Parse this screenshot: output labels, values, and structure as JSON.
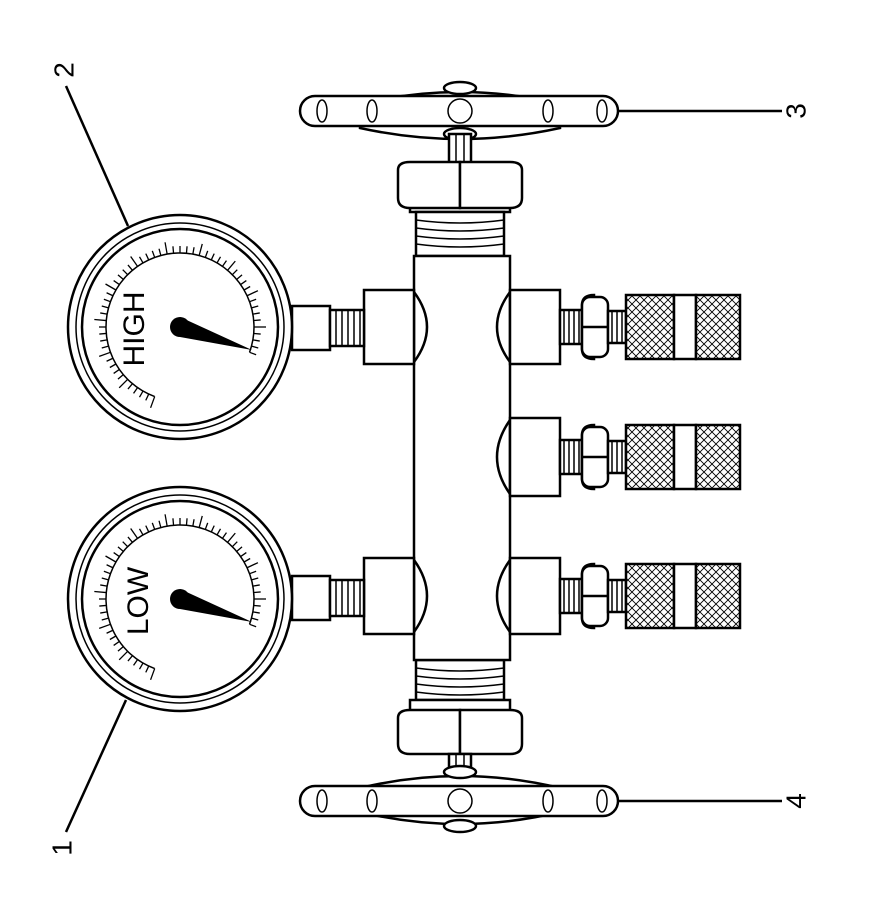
{
  "diagram": {
    "gauges": [
      {
        "label": "HIGH"
      },
      {
        "label": "LOW"
      }
    ],
    "callouts": [
      "1",
      "2",
      "3",
      "4"
    ]
  }
}
